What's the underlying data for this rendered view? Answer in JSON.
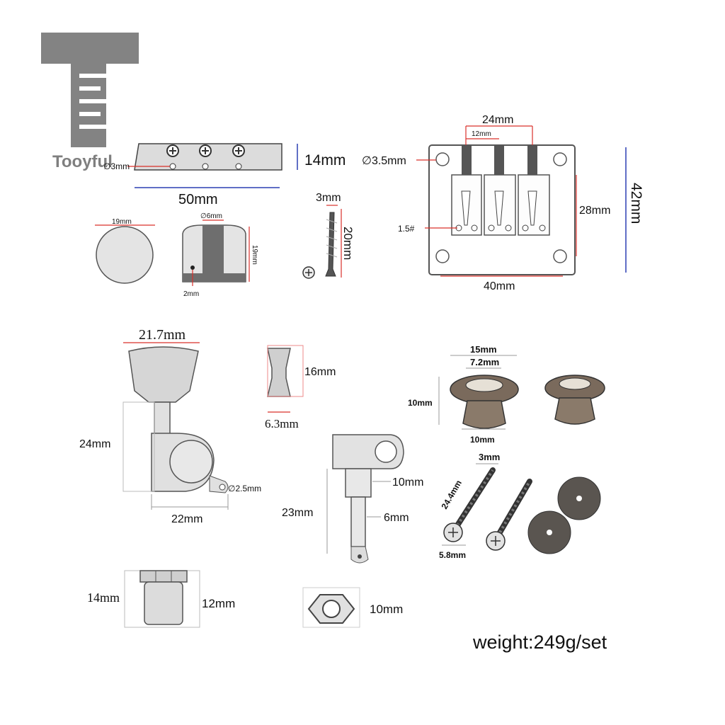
{
  "brand": {
    "name": "Tooyful"
  },
  "nut": {
    "hole_label": "∅3mm",
    "height_label": "14mm",
    "width_label": "50mm"
  },
  "knob": {
    "diameter_label": "19mm",
    "hole_label": "∅6mm",
    "height_label": "19mm",
    "setscrew_label": "2mm"
  },
  "nut_screw": {
    "width_label": "3mm",
    "length_label": "20mm"
  },
  "bridge": {
    "spacing_outer_label": "24mm",
    "spacing_inner_label": "12mm",
    "hole_label": "∅3.5mm",
    "wrench_label": "1.5#",
    "height_label": "42mm",
    "inner_height_label": "28mm",
    "mount_width_label": "40mm"
  },
  "tuner": {
    "button_width_label": "21.7mm",
    "height_label": "24mm",
    "width_label": "22mm",
    "screw_hole_label": "∅2.5mm"
  },
  "button": {
    "height_label": "16mm",
    "width_label": "6.3mm"
  },
  "post": {
    "total_label": "23mm",
    "upper_label": "10mm",
    "shaft_label": "6mm"
  },
  "strap_button": {
    "top_label": "15mm",
    "inner_label": "7.2mm",
    "height_label": "10mm",
    "base_label": "10mm"
  },
  "strap_screw": {
    "head_label": "3mm",
    "length_label": "24.4mm",
    "washer_label": "5.8mm"
  },
  "bushing": {
    "height_label": "14mm",
    "width_label": "12mm"
  },
  "hex_nut": {
    "size_label": "10mm"
  },
  "weight": {
    "text": "weight:249g/set"
  }
}
